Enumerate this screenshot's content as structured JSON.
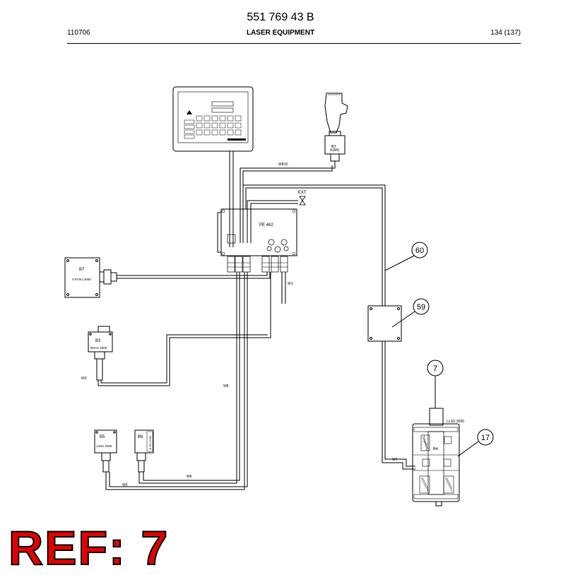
{
  "header": {
    "doc_number": "551 769 43 B",
    "left_code": "110706",
    "section_title": "LASER EQUIPMENT",
    "page_info": "134 (137)"
  },
  "diagram": {
    "control_unit_label": "PE 462",
    "ext_label": "EXT",
    "joystick": {
      "id": "B3",
      "model": "41MU"
    },
    "sensor_b7": {
      "id": "B7",
      "model": "CXYSU 2000"
    },
    "sensor_b3": {
      "id": "B3",
      "model": "BOA1 2000"
    },
    "sensor_b5": {
      "id": "B5",
      "model": "14SU 2000"
    },
    "sensor_b6": {
      "id": "B6",
      "model": "1LSU 2000"
    },
    "sensor_b4": {
      "id": "B4",
      "model": "LLSU 2000"
    },
    "wires": {
      "w1": "W1",
      "w3": "W3",
      "w5": "W5",
      "w6": "W6",
      "w7": "W7",
      "w8": "W8",
      "w19": "W819"
    },
    "callouts": {
      "c60": "60",
      "c59": "59",
      "c7": "7",
      "c17": "17"
    }
  },
  "stamp": {
    "text": "REF: 7"
  }
}
